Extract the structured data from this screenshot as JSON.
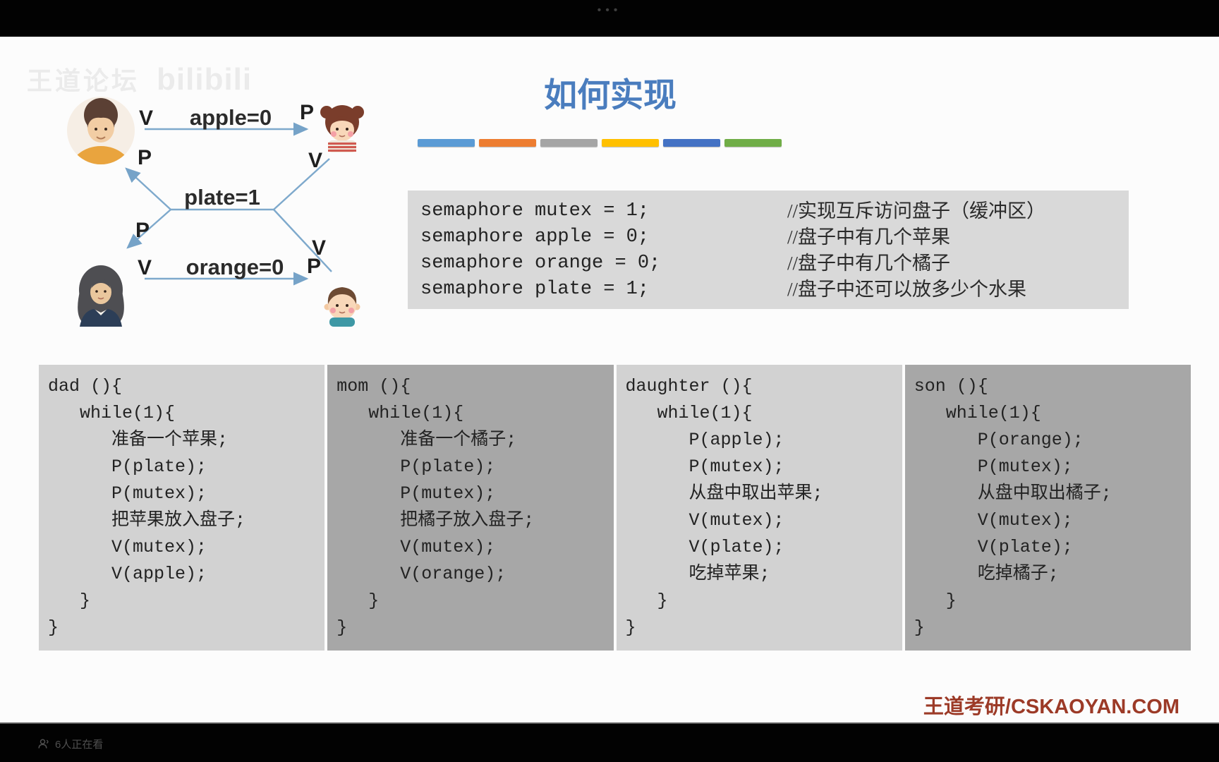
{
  "player": {
    "more_dots": "•••",
    "watching_label": "6人正在看"
  },
  "slide": {
    "watermark": {
      "left": "王道论坛",
      "right": "bilibili"
    },
    "title": "如何实现",
    "title_color": "#4a7dbe",
    "accent_bars": [
      "#5B9BD5",
      "#ED7D31",
      "#A5A5A5",
      "#FFC000",
      "#4472C4",
      "#70AD47"
    ],
    "diagram": {
      "apple_edge": {
        "v": "V",
        "label": "apple=0",
        "p": "P"
      },
      "plate_edge": {
        "p_dad": "P",
        "p_mom": "P",
        "v_daughter": "V",
        "v_son": "V",
        "label": "plate=1"
      },
      "orange_edge": {
        "v": "V",
        "label": "orange=0",
        "p": "P"
      }
    },
    "semaphores": [
      {
        "code": "semaphore mutex = 1;",
        "comment": "//实现互斥访问盘子（缓冲区）"
      },
      {
        "code": "semaphore apple = 0;",
        "comment": "//盘子中有几个苹果"
      },
      {
        "code": "semaphore orange = 0;",
        "comment": "//盘子中有几个橘子"
      },
      {
        "code": "semaphore plate = 1;",
        "comment": "//盘子中还可以放多少个水果"
      }
    ],
    "processes": [
      {
        "id": "dad",
        "lines": [
          "dad (){",
          "   while(1){",
          "      准备一个苹果;",
          "      P(plate);",
          "      P(mutex);",
          "      把苹果放入盘子;",
          "      V(mutex);",
          "      V(apple);",
          "   }",
          "}"
        ]
      },
      {
        "id": "mom",
        "lines": [
          "mom (){",
          "   while(1){",
          "      准备一个橘子;",
          "      P(plate);",
          "      P(mutex);",
          "      把橘子放入盘子;",
          "      V(mutex);",
          "      V(orange);",
          "   }",
          "}"
        ]
      },
      {
        "id": "daughter",
        "lines": [
          "daughter (){",
          "   while(1){",
          "      P(apple);",
          "      P(mutex);",
          "      从盘中取出苹果;",
          "      V(mutex);",
          "      V(plate);",
          "      吃掉苹果;",
          "   }",
          "}"
        ]
      },
      {
        "id": "son",
        "lines": [
          "son (){",
          "   while(1){",
          "      P(orange);",
          "      P(mutex);",
          "      从盘中取出橘子;",
          "      V(mutex);",
          "      V(plate);",
          "      吃掉橘子;",
          "   }",
          "}"
        ]
      }
    ],
    "footer_brand": "王道考研/CSKAOYAN.COM"
  }
}
